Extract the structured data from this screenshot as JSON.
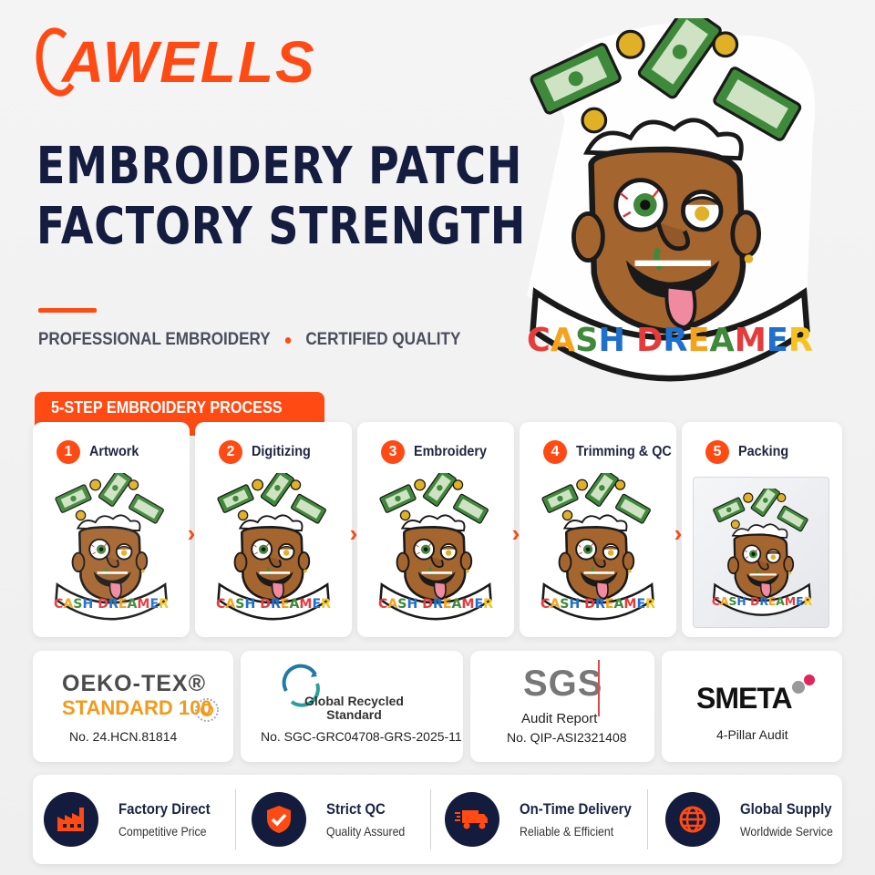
{
  "brand": {
    "name": "AWELLS",
    "accent": "#ff4a14",
    "navy": "#141d3f"
  },
  "headline": {
    "line1": "EMBROIDERY PATCH",
    "line2": "FACTORY STRENGTH"
  },
  "tagline": {
    "left": "PROFESSIONAL EMBROIDERY",
    "right": "CERTIFIED QUALITY"
  },
  "hero_patch": {
    "text": "CASH DREAMER"
  },
  "process": {
    "title": "5-STEP EMBROIDERY PROCESS",
    "steps": [
      {
        "num": "1",
        "label": "Artwork",
        "patch_text": "CASH DREAMER"
      },
      {
        "num": "2",
        "label": "Digitizing",
        "patch_text": "CASH DREAMER"
      },
      {
        "num": "3",
        "label": "Embroidery",
        "patch_text": "CASH DREAMER"
      },
      {
        "num": "4",
        "label": "Trimming & QC",
        "patch_text": "CASH DREAMER"
      },
      {
        "num": "5",
        "label": "Packing",
        "patch_text": "CASH DREAMER"
      }
    ],
    "arrow": "›"
  },
  "certs": {
    "oeko": {
      "title": "OEKO-TEX®",
      "sub": "STANDARD 100",
      "no": "No. 24.HCN.81814"
    },
    "grs": {
      "line1": "Global Recycled",
      "line2": "Standard",
      "no": "No. SGC-GRC04708-GRS-2025-11"
    },
    "sgs": {
      "logo": "SGS",
      "sub": "Audit Report",
      "no": "No. QIP-ASI2321408"
    },
    "smeta": {
      "logo": "SMETA",
      "sub": "4-Pillar Audit"
    }
  },
  "features": [
    {
      "title": "Factory Direct",
      "sub": "Competitive Price",
      "icon": "factory-icon"
    },
    {
      "title": "Strict QC",
      "sub": "Quality Assured",
      "icon": "shield-check-icon"
    },
    {
      "title": "On-Time Delivery",
      "sub": "Reliable & Efficient",
      "icon": "truck-icon"
    },
    {
      "title": "Global Supply",
      "sub": "Worldwide Service",
      "icon": "globe-icon"
    }
  ]
}
